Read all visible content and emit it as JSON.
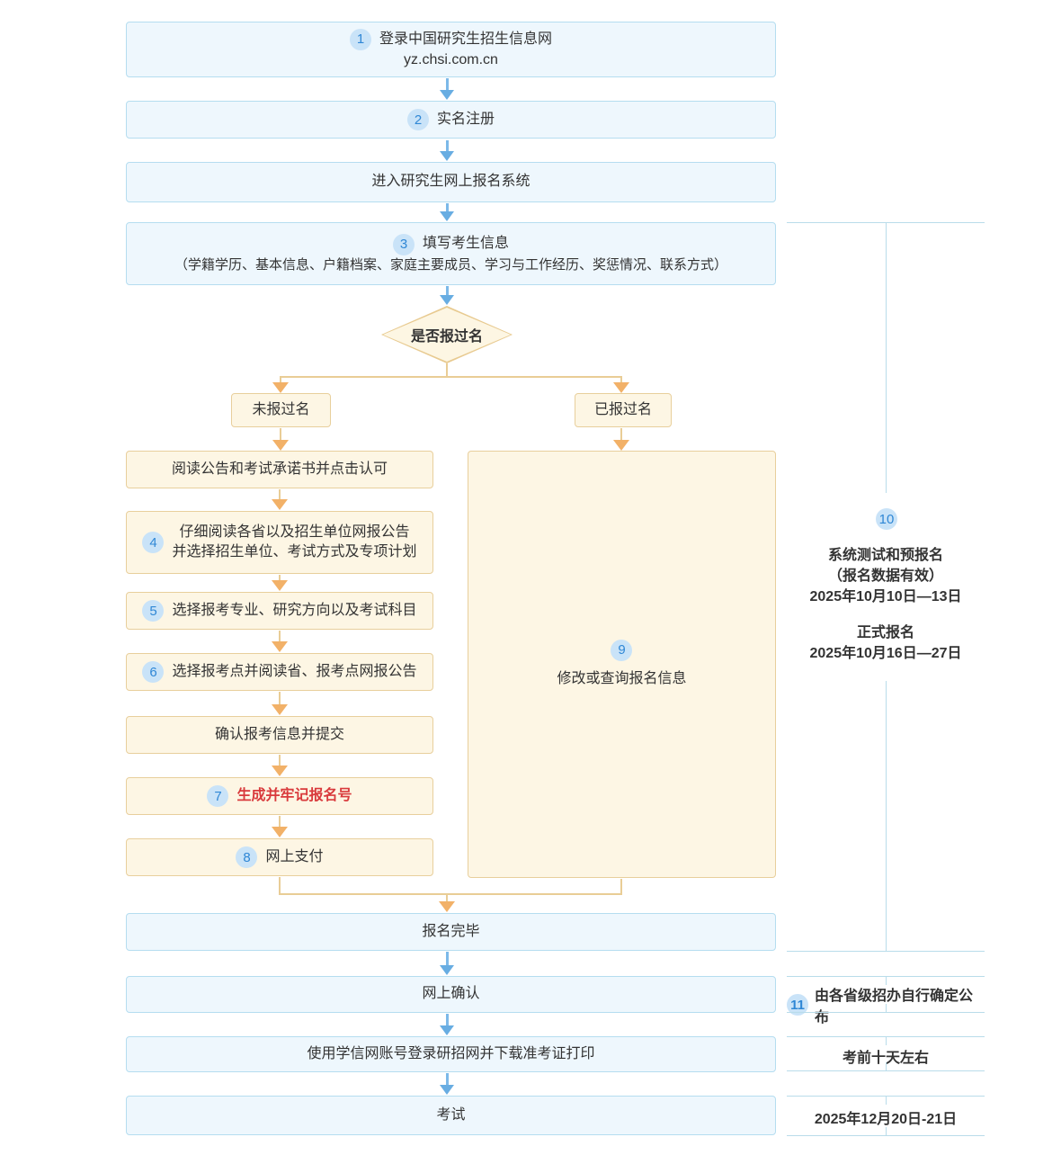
{
  "boxes": {
    "login": {
      "badge": "1",
      "line1": "登录中国研究生招生信息网",
      "line2": "yz.chsi.com.cn"
    },
    "register": {
      "badge": "2",
      "label": "实名注册"
    },
    "enter_system": {
      "label": "进入研究生网上报名系统"
    },
    "fill_info": {
      "badge": "3",
      "line1": "填写考生信息",
      "line2": "（学籍学历、基本信息、户籍档案、家庭主要成员、学习与工作经历、奖惩情况、联系方式）"
    },
    "decision": {
      "label": "是否报过名"
    },
    "not_registered": {
      "label": "未报过名"
    },
    "registered": {
      "label": "已报过名"
    },
    "read_notice": {
      "label": "阅读公告和考试承诺书并点击认可"
    },
    "read_announcements": {
      "badge": "4",
      "line1": "仔细阅读各省以及招生单位网报公告",
      "line2": "并选择招生单位、考试方式及专项计划"
    },
    "choose_major": {
      "badge": "5",
      "label": "选择报考专业、研究方向以及考试科目"
    },
    "choose_site": {
      "badge": "6",
      "label": "选择报考点并阅读省、报考点网报公告"
    },
    "confirm_submit": {
      "label": "确认报考信息并提交"
    },
    "generate_number": {
      "badge": "7",
      "label": "生成并牢记报名号"
    },
    "online_payment": {
      "badge": "8",
      "label": "网上支付"
    },
    "modify_query": {
      "badge": "9",
      "label": "修改或查询报名信息"
    },
    "finish": {
      "label": "报名完毕"
    },
    "online_confirm": {
      "label": "网上确认"
    },
    "download_ticket": {
      "label": "使用学信网账号登录研招网并下载准考证打印"
    },
    "exam": {
      "label": "考试"
    }
  },
  "sidebar": {
    "period": {
      "badge": "10",
      "test_title": "系统测试和预报名",
      "test_note": "（报名数据有效）",
      "test_date": "2025年10月10日—13日",
      "official_title": "正式报名",
      "official_date": "2025年10月16日—27日"
    },
    "confirm_note": {
      "badge": "11",
      "label": "由各省级招办自行确定公布"
    },
    "ticket_note": {
      "label": "考前十天左右"
    },
    "exam_date": {
      "label": "2025年12月20日-21日"
    }
  },
  "colors": {
    "blue_box_bg": "#eef7fd",
    "blue_box_border": "#b5ddf0",
    "cream_box_bg": "#fdf6e4",
    "cream_box_border": "#e8cf9c",
    "badge_bg": "#c9e3f8",
    "badge_text": "#2f87d5",
    "blue_arrow": "#68ade2",
    "orange_arrow": "#f2b168",
    "orange_line": "#e9cd96",
    "highlight_red": "#d93a3c",
    "sidebar_line": "#b9dcea",
    "text": "#333333"
  }
}
